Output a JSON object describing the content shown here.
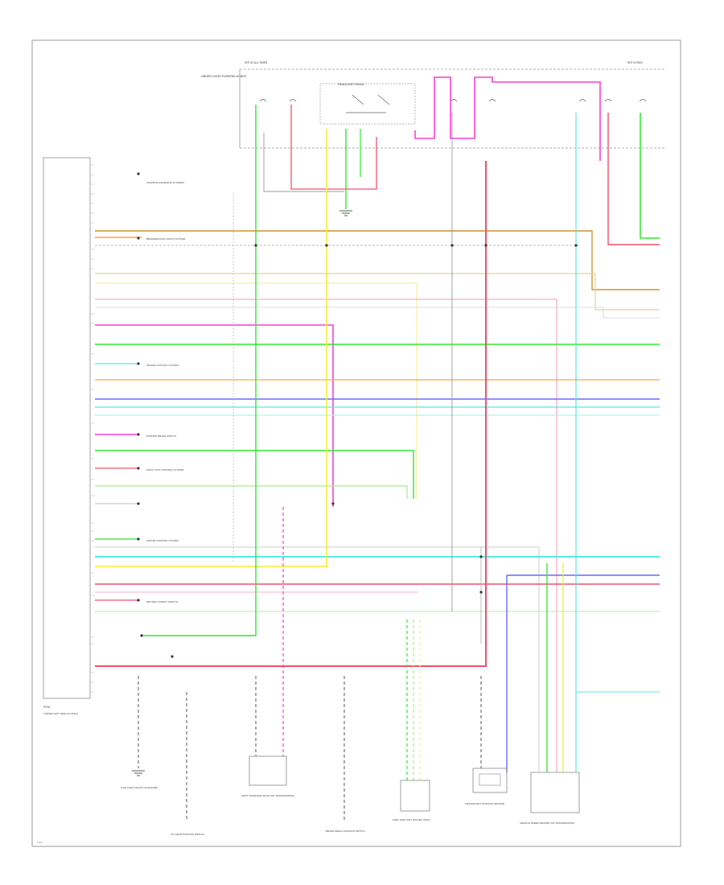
{
  "colors": {
    "frame": "#9a9a9a",
    "wire_green": "#2ee82e",
    "wire_yellow": "#f2ee3a",
    "wire_red": "#f2506a",
    "wire_pink": "#ff3fd2",
    "wire_orange": "#ffa24a",
    "wire_blue": "#6a6aff",
    "wire_cyan": "#58e8e0",
    "wire_lightgreen": "#a8ee86",
    "wire_brown": "#c8962e",
    "wire_gray": "#9a9a9a",
    "wire_tan": "#e0d29a",
    "wire_palegreen": "#c6ecc0",
    "wire_lightpink": "#f7b0c2",
    "wire_lightcyan": "#b8f0ee"
  },
  "top_labels": {
    "hot_left": "HOT AT ALL TIMES",
    "hot_right": "HOT IN RUN",
    "fuse_box": "UNDER-HOOD FUSE/RELAY BOX",
    "relay": "HEADLIGHT RELAY"
  },
  "module": {
    "name": "PCM",
    "sub": "(UNDER LEFT SIDE OF DASH)"
  },
  "left_notes": [
    "STARTING/CHARGING SYSTEMS",
    "BRAKE/BACKUP LIGHTS SYSTEM",
    "CRUISE CONTROL SYSTEM",
    "PARKING BRAKE SWITCH",
    "SHIFT LOCK CONTROL SYSTEM",
    "CRUISE CONTROL SYSTEM",
    "NEUTRAL SAFETY SWITCH"
  ],
  "bottom_components": [
    "G101 (LEFT FRONT OF ENGINE)",
    "A/T GEAR POSITION SWITCH",
    "SHIFT SOLENOID VALVE (ON TRANSMISSION)",
    "BRAKE PEDAL POSITION SWITCH",
    "FUEL TANK UNIT (IN FUEL TANK)",
    "CRANKSHAFT POSITION SENSOR",
    "VEHICLE SPEED SENSOR (ON TRANSMISSION)"
  ],
  "footer_note": "1 of 2"
}
